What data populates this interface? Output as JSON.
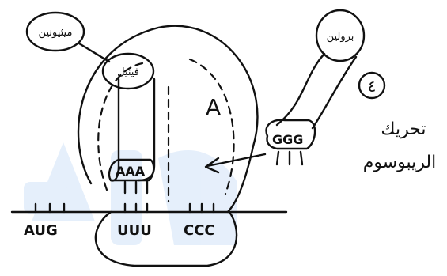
{
  "site": {
    "label": "A"
  },
  "codons": {
    "first": "AUG",
    "second": "UUU",
    "third": "CCC"
  },
  "anticodons": {
    "left": "AAA",
    "right": "GGG"
  },
  "amino_acids": {
    "detached": "ميثيونين",
    "attached": "فينيل",
    "incoming": "برولين"
  },
  "step": {
    "number": "٤",
    "caption_line1": "تحريك",
    "caption_line2": "الريبوسوم"
  },
  "colors": {
    "ink": "#111111",
    "watermark": "#2f7fe0"
  }
}
